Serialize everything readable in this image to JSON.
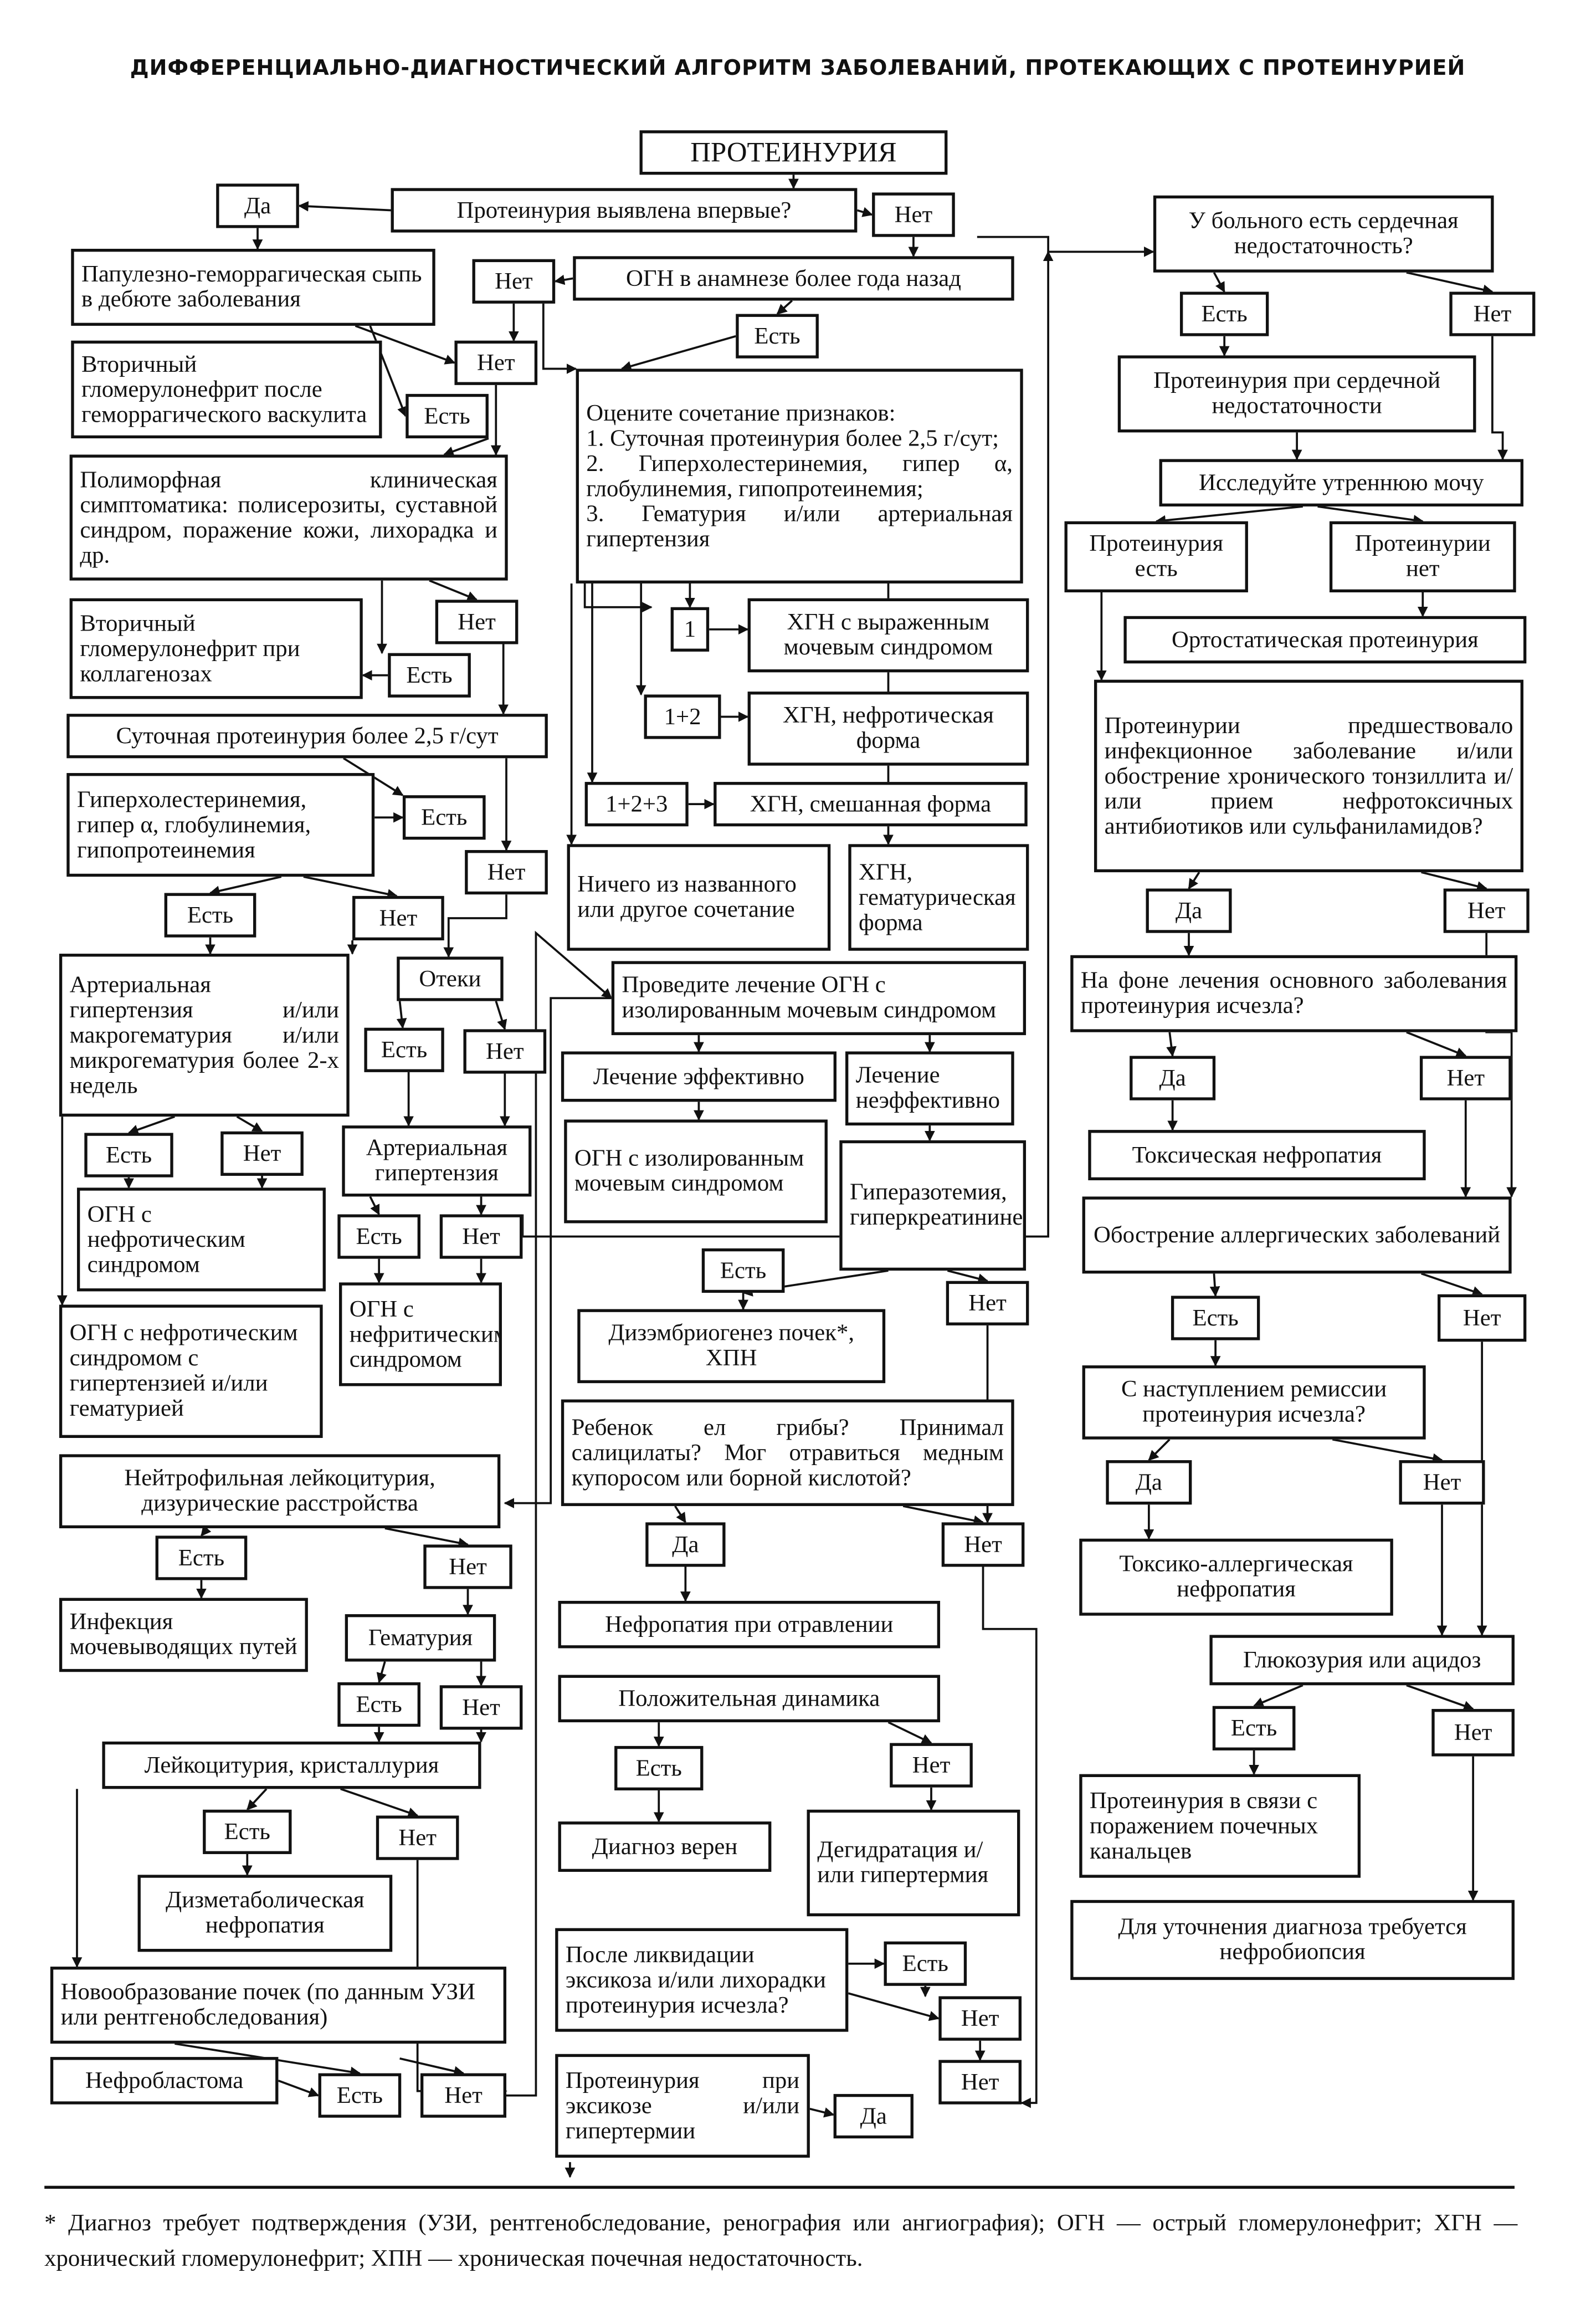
{
  "title": "ДИФФЕРЕНЦИАЛЬНО-ДИАГНОСТИЧЕСКИЙ АЛГОРИТМ ЗАБОЛЕВАНИЙ, ПРОТЕКАЮЩИХ С ПРОТЕИНУРИЕЙ",
  "footnote": "* Диагноз требует подтверждения (УЗИ, рентгенобследование, ренография или ангиография); ОГН — острый гломерулонефрит; ХГН — хронический гломерулонефрит; ХПН — хроническая почечная недостаточность.",
  "nodes": {
    "b1": "ПРОТЕИНУРИЯ",
    "b2": "Протеинурия выявлена впервые?",
    "b3": "Да",
    "b4": "Нет",
    "b5": "Папулезно-геморрагическая сыпь в дебюте заболевания",
    "b6": "Нет",
    "b7": "ОГН в анамнезе более года назад",
    "b8": "Нет",
    "b9": "Вторичный гломерулонефрит после геморрагического васкулита",
    "b10": "Есть",
    "b11": "Есть",
    "b12": "Оцените сочетание признаков:\n1. Суточная протеинурия более 2,5 г/сут;\n2. Гиперхолестеринемия, гипер α, глобулинемия, гипопротеинемия;\n3. Гематурия и/или артериальная гипертензия",
    "b13": "Полиморфная клиническая симптоматика: полисерозиты, суставной синдром, поражение кожи, лихорадка и др.",
    "b14": "Вторичный гломерулонефрит при коллагенозах",
    "b15": "Нет",
    "b16": "Есть",
    "b17": "1",
    "b18": "ХГН с выраженным мочевым синдромом",
    "b19": "1+2",
    "b20": "ХГН, нефротическая форма",
    "b21": "Суточная протеинурия более 2,5 г/сут",
    "b22": "1+2+3",
    "b23": "ХГН, смешанная форма",
    "b24": "Гиперхолестеринемия, гипер α, глобулинемия, гипопротеинемия",
    "b25": "Есть",
    "b26": "Нет",
    "b27": "Ничего из названного или другое сочетание",
    "b28": "ХГН, гематурическая форма",
    "b29": "Есть",
    "b30": "Нет",
    "b31": "Артериальная гипертензия и/или макрогематурия и/или микрогематурия более 2-х недель",
    "b32": "Отеки",
    "b33": "Есть",
    "b34": "Нет",
    "b35": "Проведите лечение ОГН с изолированным мочевым синдромом",
    "b36": "Лечение эффективно",
    "b37": "Лечение неэффективно",
    "b38": "Есть",
    "b39": "Нет",
    "b40": "Артериальная гипертензия",
    "b41": "ОГН с изолированным мочевым синдромом",
    "b42": "Гиперазотемия, гиперкреатининемия",
    "b43": "ОГН с нефротическим синдромом",
    "b44": "Есть",
    "b45": "Нет",
    "b46": "Есть",
    "b47": "Нет",
    "b48": "ОГН с нефротическим синдромом с гипертензией и/или гематурией",
    "b49": "ОГН с нефритическим синдромом",
    "b50": "Дизэмбриогенез почек*, ХПН",
    "b51": "Ребенок ел грибы? Принимал салицилаты? Мог отравиться медным купоросом или борной кислотой?",
    "b52": "Нейтрофильная лейкоцитурия, дизурические расстройства",
    "b53": "Есть",
    "b54": "Нет",
    "b55": "Да",
    "b56": "Нет",
    "b57": "Инфекция мочевыводящих путей",
    "b58": "Гематурия",
    "b59": "Нефропатия при отравлении",
    "b60": "Есть",
    "b61": "Нет",
    "b62": "Положительная динамика",
    "b63": "Лейкоцитурия, кристаллурия",
    "b64": "Есть",
    "b65": "Нет",
    "b66": "Есть",
    "b67": "Нет",
    "b68": "Диагноз верен",
    "b69": "Дегидратация и/или гипертермия",
    "b70": "Дизметаболическая нефропатия",
    "b71": "После ликвидации эксикоза и/или лихорадки протеинурия исчезла?",
    "b72": "Есть",
    "b73": "Новообразование почек (по данным УЗИ или рентгенобследования)",
    "b74": "Нет",
    "b75": "Нефробластома",
    "b76": "Есть",
    "b77": "Нет",
    "b78": "Протеинурия при эксикозе и/или гипертермии",
    "b79": "Да",
    "b80": "Нет",
    "r1": "У больного есть сердечная недостаточность?",
    "r2": "Есть",
    "r3": "Нет",
    "r4": "Протеинурия при сердечной недостаточности",
    "r5": "Исследуйте утреннюю мочу",
    "r6": "Протеинурия есть",
    "r7": "Протеинурии нет",
    "r8": "Ортостатическая протеинурия",
    "r9": "Протеинурии предшествовало инфекционное заболевание и/или обострение хронического тонзиллита и/или прием нефротоксичных антибиотиков или сульфаниламидов?",
    "r10": "Да",
    "r11": "Нет",
    "r12": "На фоне лечения основного заболевания протеинурия исчезла?",
    "r13": "Да",
    "r14": "Нет",
    "r15": "Токсическая нефропатия",
    "r16": "Обострение аллергических заболеваний",
    "r17": "Есть",
    "r18": "Нет",
    "r19": "С наступлением ремиссии протеинурия исчезла?",
    "r20": "Да",
    "r21": "Нет",
    "r22": "Токсико-аллергическая нефропатия",
    "r23": "Глюкозурия или ацидоз",
    "r24": "Есть",
    "r25": "Нет",
    "r26": "Протеинурия в связи с поражением почечных канальцев",
    "r27": "Для уточнения диагноза требуется нефробиопсия"
  }
}
